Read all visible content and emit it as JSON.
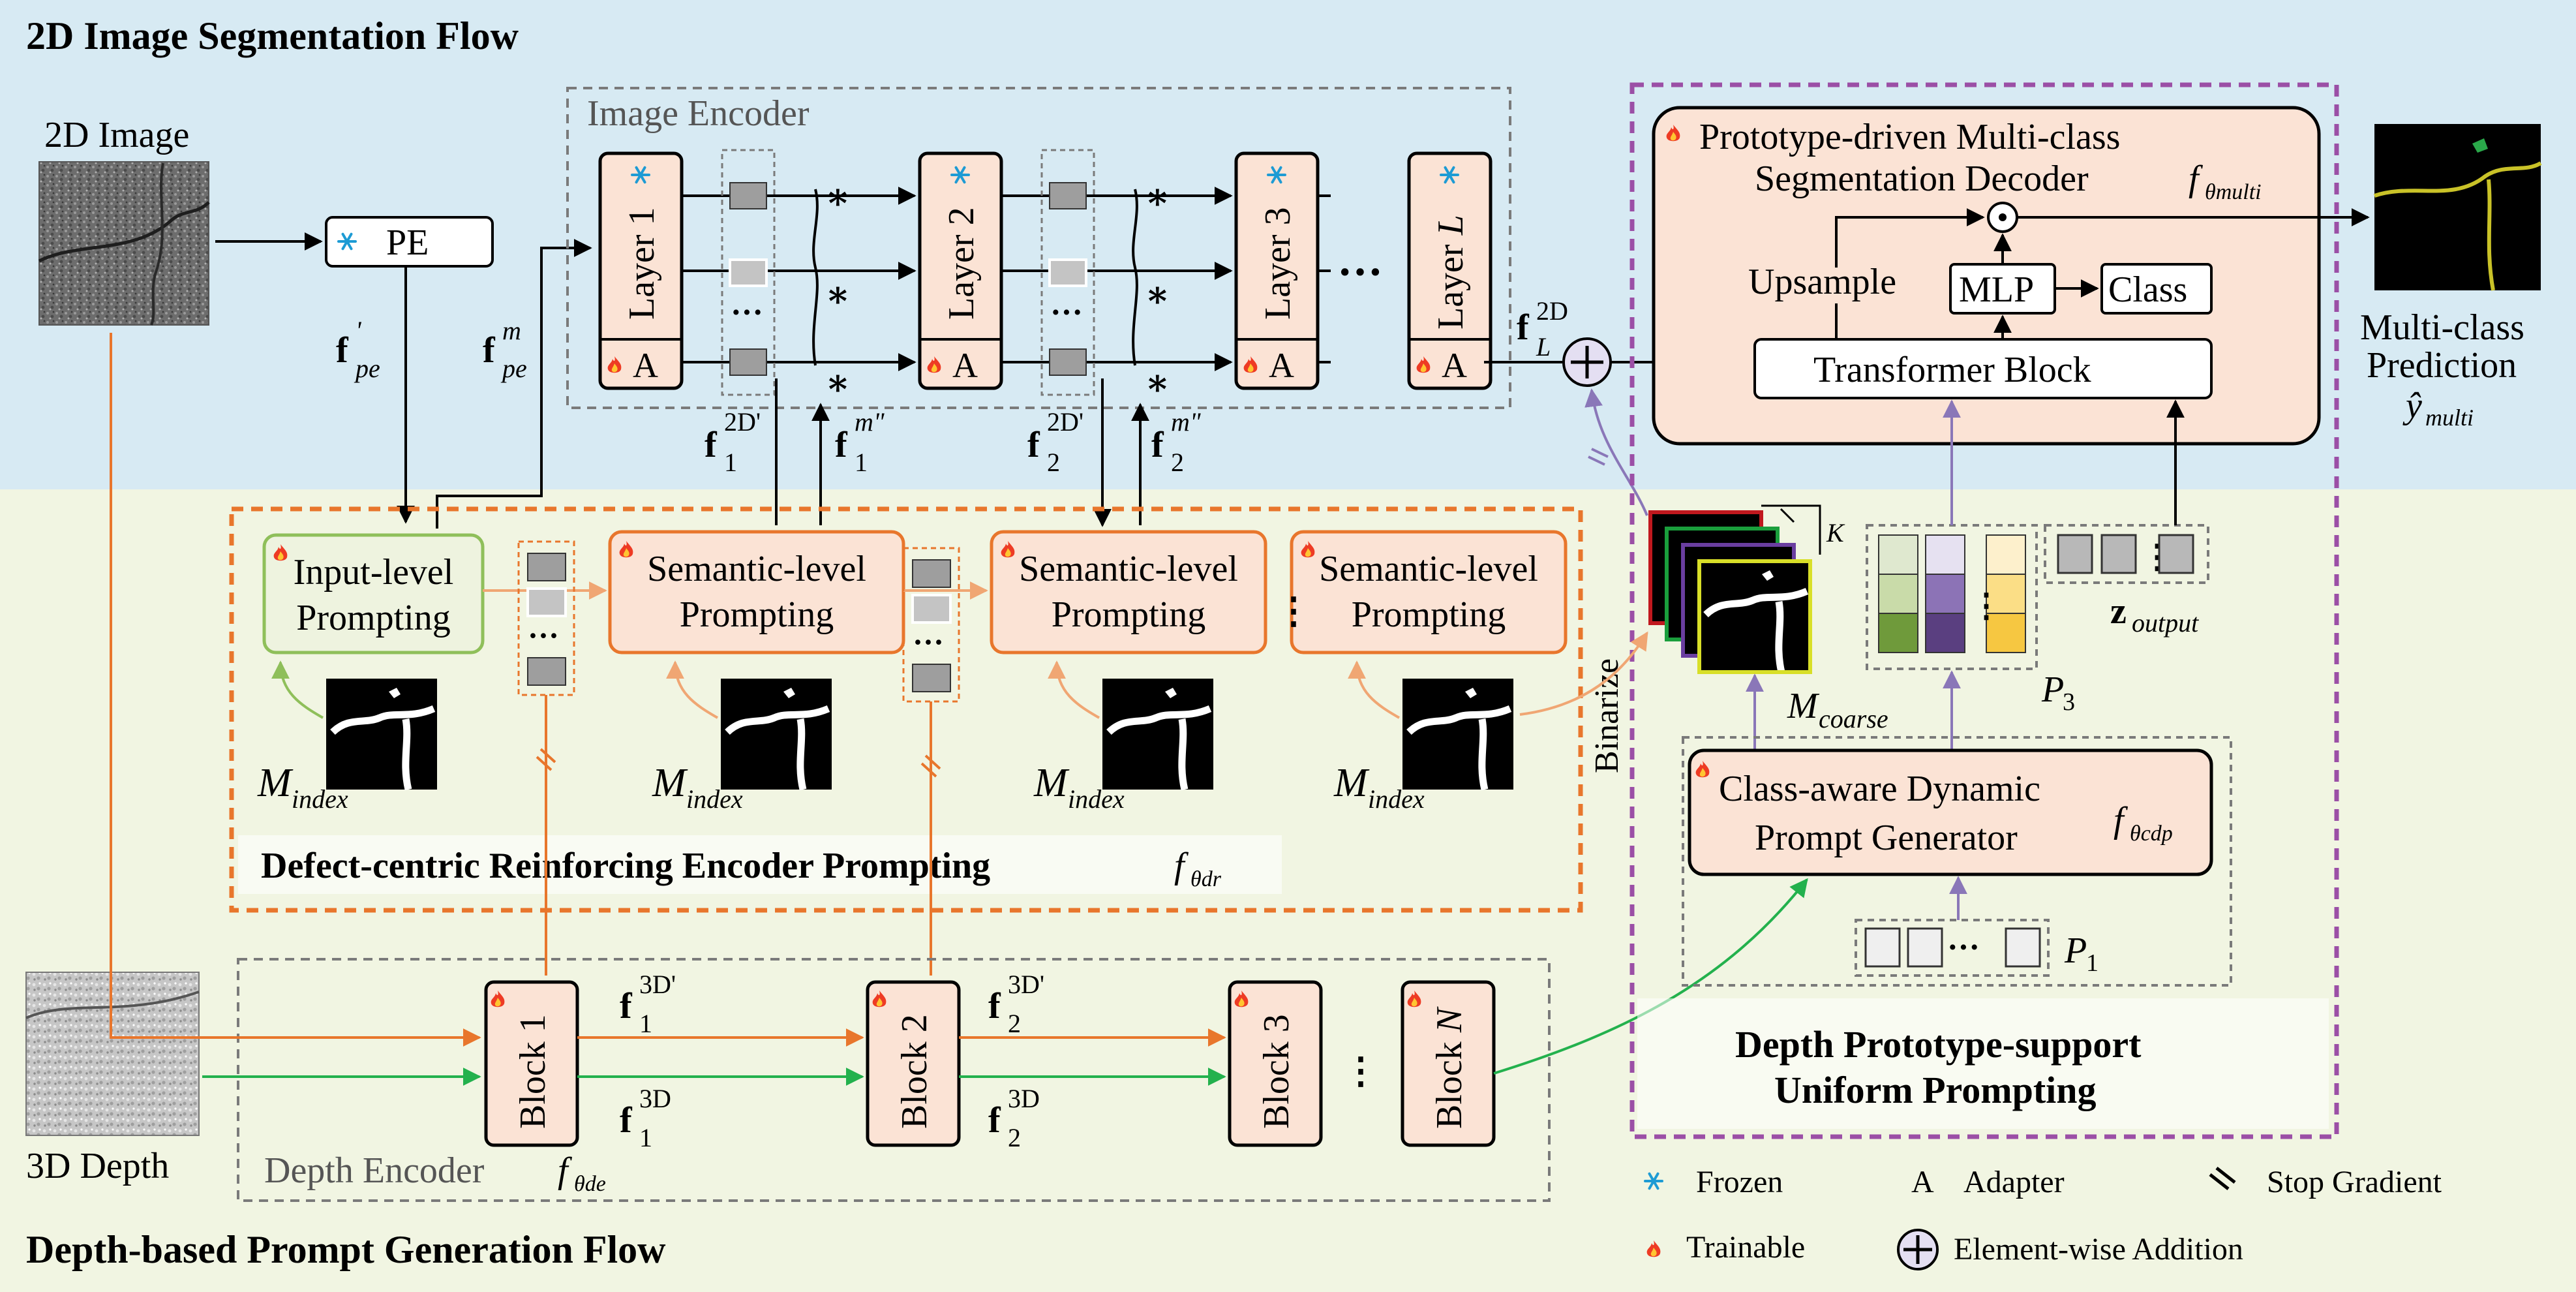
{
  "flows": {
    "top_title": "2D Image Segmentation Flow",
    "bottom_title": "Depth-based Prompt Generation Flow"
  },
  "inputs": {
    "image_label": "2D Image",
    "depth_label": "3D Depth"
  },
  "pe": {
    "label": "PE",
    "f_pe_prime": "f",
    "f_pe_prime_sub": "pe",
    "f_pe_prime_sup": "'",
    "f_pe_m": "f",
    "f_pe_m_sub": "pe",
    "f_pe_m_sup": "m"
  },
  "image_encoder": {
    "title": "Image Encoder",
    "layers": [
      {
        "label": "Layer 1"
      },
      {
        "label": "Layer 2"
      },
      {
        "label": "Layer 3"
      }
    ],
    "last_layer_prefix": "Layer ",
    "last_layer_var": "L",
    "adapter": "A",
    "ellipsis": "···",
    "stars": "∗",
    "feat_labels": [
      {
        "base": "f",
        "sub": "1",
        "sup": "2D'"
      },
      {
        "base": "f",
        "sub": "1",
        "sup": "m\""
      },
      {
        "base": "f",
        "sub": "2",
        "sup": "2D'"
      },
      {
        "base": "f",
        "sub": "2",
        "sup": "m\""
      }
    ],
    "out_label": {
      "base": "f",
      "sub": "L",
      "sup": "2D"
    }
  },
  "prompting": {
    "input_level": "Input-level Prompting",
    "semantic_level": "Semantic-level Prompting",
    "m_index": {
      "base": "M",
      "sub": "index"
    },
    "title": "Defect-centric Reinforcing Encoder Prompting",
    "title_func": {
      "base": "f",
      "sub": "θdr"
    }
  },
  "depth_encoder": {
    "title": "Depth Encoder",
    "title_func": {
      "base": "f",
      "sub": "θde"
    },
    "blocks": [
      {
        "label": "Block 1"
      },
      {
        "label": "Block 2"
      },
      {
        "label": "Block 3"
      }
    ],
    "last_block_prefix": "Block ",
    "last_block_var": "N",
    "feat_labels": [
      {
        "base": "f",
        "sub": "1",
        "sup": "3D'"
      },
      {
        "base": "f",
        "sub": "2",
        "sup": "3D'"
      },
      {
        "base": "f",
        "sub": "1",
        "sup": "3D"
      },
      {
        "base": "f",
        "sub": "2",
        "sup": "3D"
      }
    ]
  },
  "decoder": {
    "title_line1": "Prototype-driven Multi-class",
    "title_line2": "Segmentation Decoder",
    "title_func": {
      "base": "f",
      "sub": "θmulti"
    },
    "upsample": "Upsample",
    "mlp": "MLP",
    "class": "Class",
    "transformer": "Transformer Block"
  },
  "outputs": {
    "pred_line1": "Multi-class",
    "pred_line2": "Prediction",
    "pred_var": {
      "base": "ŷ",
      "sub": "multi"
    },
    "z_output": {
      "base": "z",
      "sub": "output"
    },
    "binarize": "Binarize",
    "m_coarse": {
      "base": "M",
      "sub": "coarse"
    },
    "k": "K",
    "p3": {
      "base": "P",
      "sub": "3"
    },
    "p1": {
      "base": "P",
      "sub": "1"
    }
  },
  "cdp": {
    "line1": "Class-aware Dynamic",
    "line2": "Prompt Generator",
    "func": {
      "base": "f",
      "sub": "θcdp"
    }
  },
  "support": {
    "line1": "Depth Prototype-support",
    "line2": "Uniform Prompting"
  },
  "legend": {
    "frozen": "Frozen",
    "adapter_symbol": "A",
    "adapter": "Adapter",
    "stop_gradient": "Stop Gradient",
    "trainable": "Trainable",
    "addition": "Element-wise Addition"
  },
  "colors": {
    "top_bg": "#d7eaf3",
    "bottom_bg": "#f1f5e2",
    "block_fill": "#fbe3d5",
    "orange": "#e8762c",
    "green": "#23b14d",
    "purple": "#8a77b8",
    "dashed_purple": "#9b4fa6",
    "snow": "#1d9bd4"
  }
}
